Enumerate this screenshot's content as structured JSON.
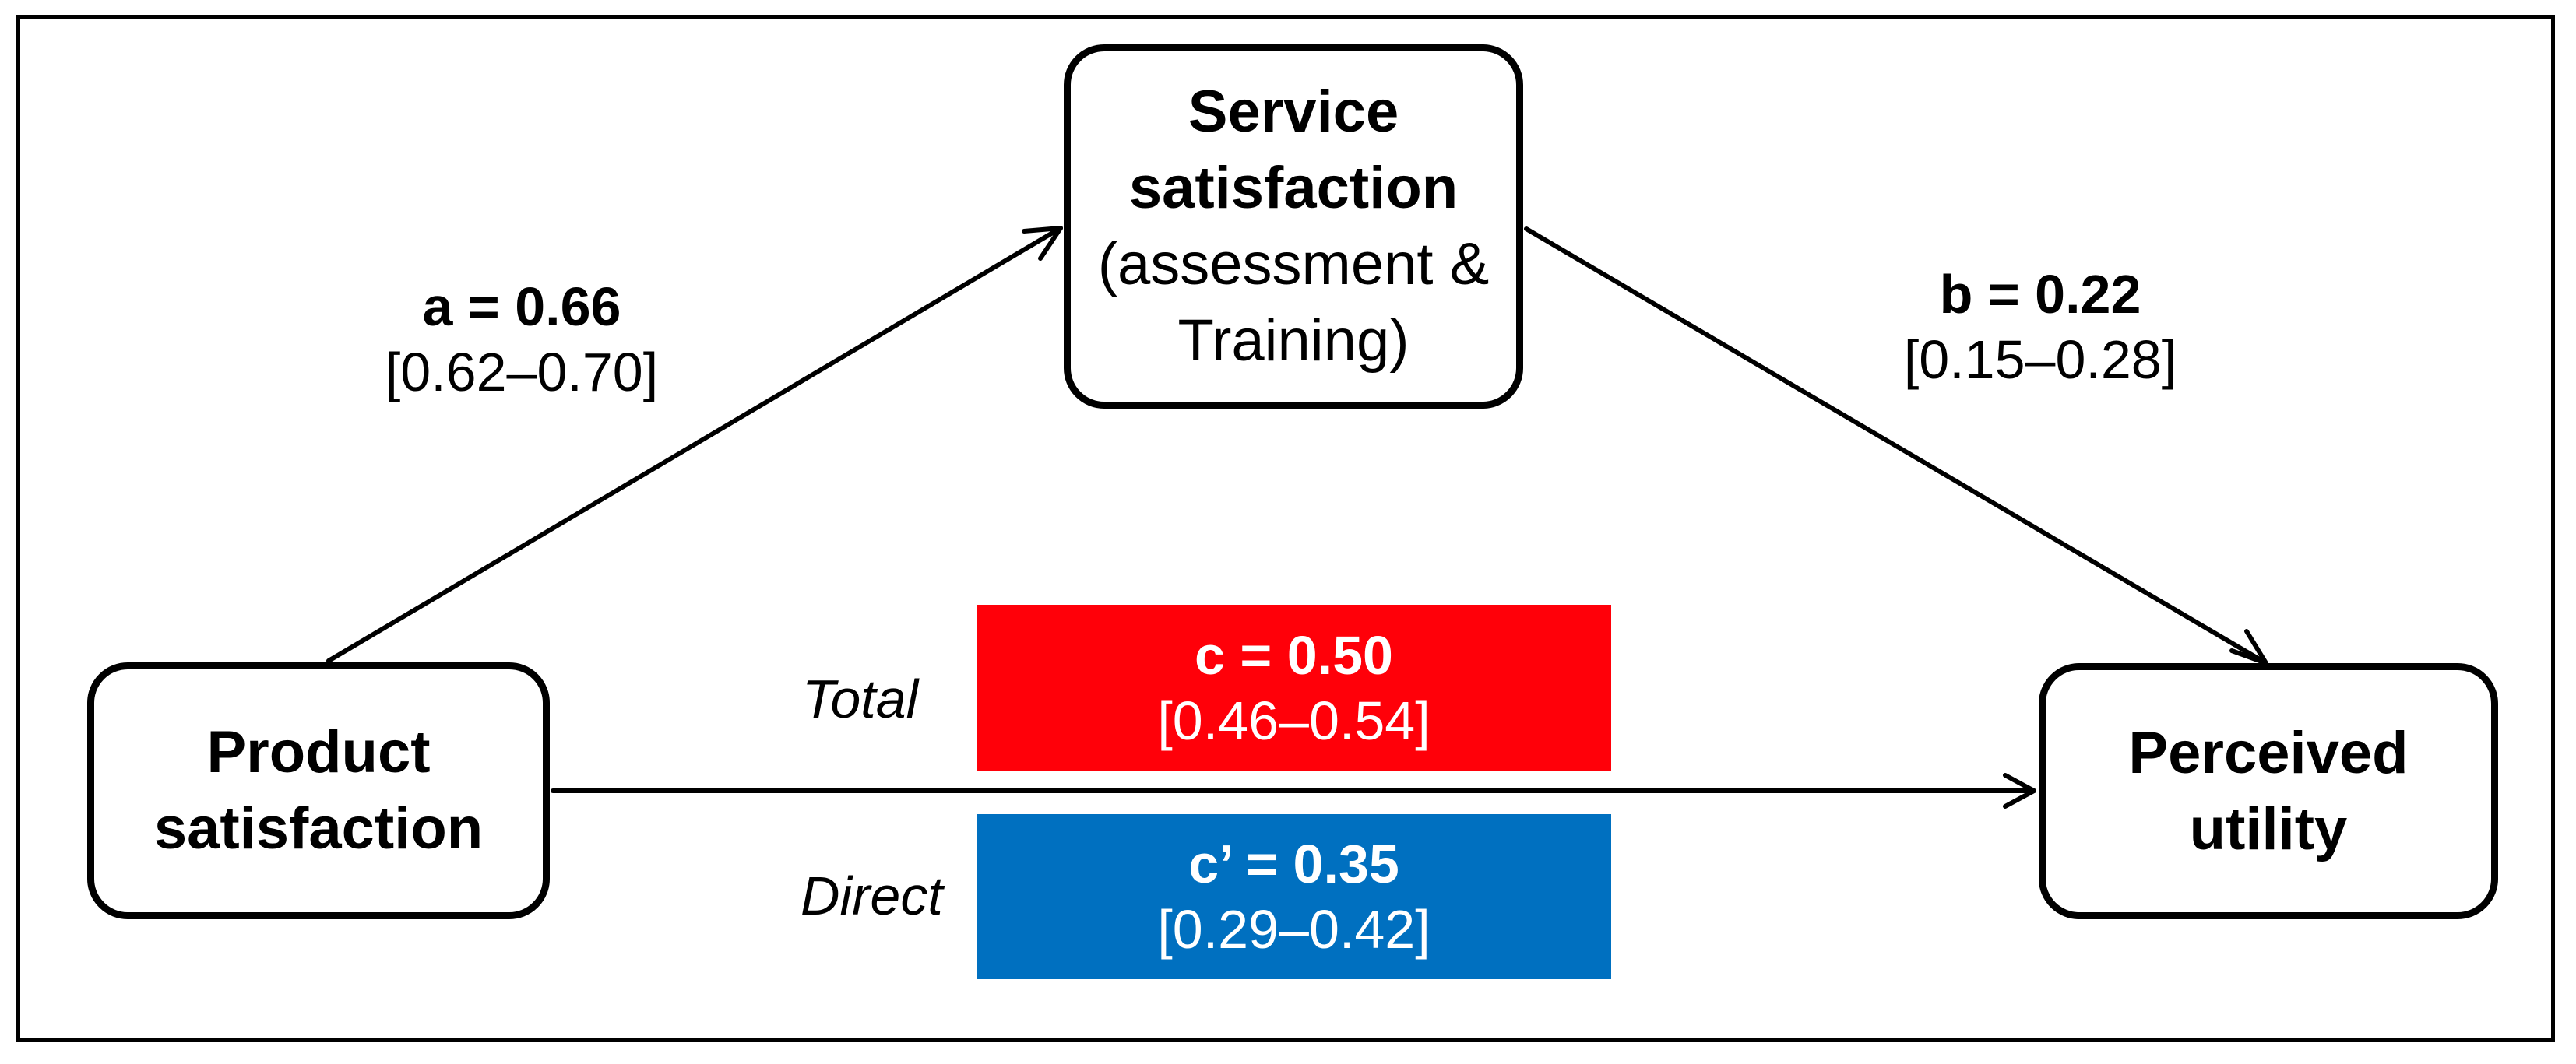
{
  "colors": {
    "total_box": "#ff0009",
    "direct_box": "#0070c0",
    "line": "#000000"
  },
  "nodes": {
    "mediator": {
      "title": "Service satisfaction",
      "subtitle": "(assessment & Training)"
    },
    "predictor": {
      "title": "Product satisfaction"
    },
    "outcome": {
      "title": "Perceived utility"
    }
  },
  "paths": {
    "a": {
      "label": "a = 0.66",
      "ci": "[0.62–0.70]"
    },
    "b": {
      "label": "b = 0.22",
      "ci": "[0.15–0.28]"
    },
    "total": {
      "side_label": "Total",
      "label": "c = 0.50",
      "ci": "[0.46–0.54]"
    },
    "direct": {
      "side_label": "Direct",
      "label": "c’ = 0.35",
      "ci": "[0.29–0.42]"
    }
  }
}
